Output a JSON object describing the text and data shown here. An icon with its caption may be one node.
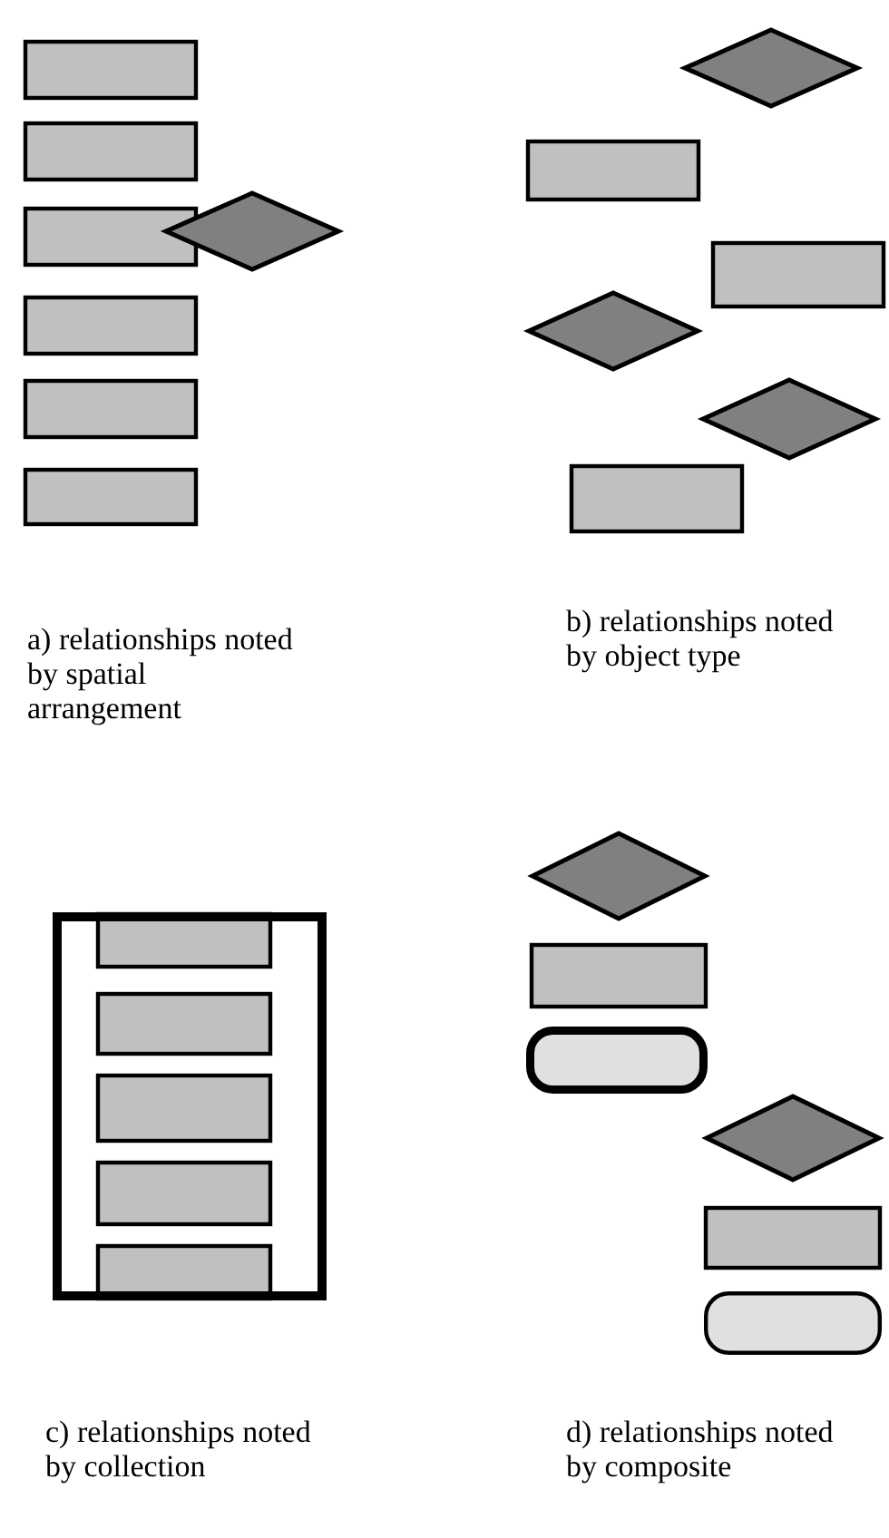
{
  "diagram": {
    "nodes": [
      {
        "text": [],
        "shape": "box"
      },
      {
        "text": [],
        "shape": "box"
      },
      {
        "text": [],
        "shape": "box"
      },
      {
        "text": [],
        "shape": "diamond"
      },
      {
        "text": [],
        "shape": "box"
      },
      {
        "text": [],
        "shape": "box"
      },
      {
        "text": [],
        "shape": "box"
      },
      {
        "text": [],
        "shape": "diamond"
      },
      {
        "text": [],
        "shape": "box"
      },
      {
        "text": [],
        "shape": "box"
      },
      {
        "text": [],
        "shape": "diamond"
      },
      {
        "text": [],
        "shape": "diamond"
      },
      {
        "text": [],
        "shape": "box"
      },
      {
        "text": [],
        "shape": "frame"
      },
      {
        "text": [],
        "shape": "box",
        "in": 13
      },
      {
        "text": [],
        "shape": "box",
        "in": 13
      },
      {
        "text": [],
        "shape": "box",
        "in": 13
      },
      {
        "text": [],
        "shape": "box",
        "in": 13
      },
      {
        "text": [],
        "shape": "box",
        "in": 13
      },
      {
        "text": [],
        "shape": "diamond"
      },
      {
        "text": [],
        "shape": "box"
      },
      {
        "text": [],
        "shape": "pill"
      },
      {
        "text": [],
        "shape": "diamond"
      },
      {
        "text": [],
        "shape": "box"
      },
      {
        "text": [],
        "shape": "pill"
      }
    ],
    "labels": [
      "a) relationships noted by spatial arrangement",
      "b) relationships noted by object type",
      "c) relationships noted by collection",
      "d) relationships noted by composite"
    ]
  }
}
